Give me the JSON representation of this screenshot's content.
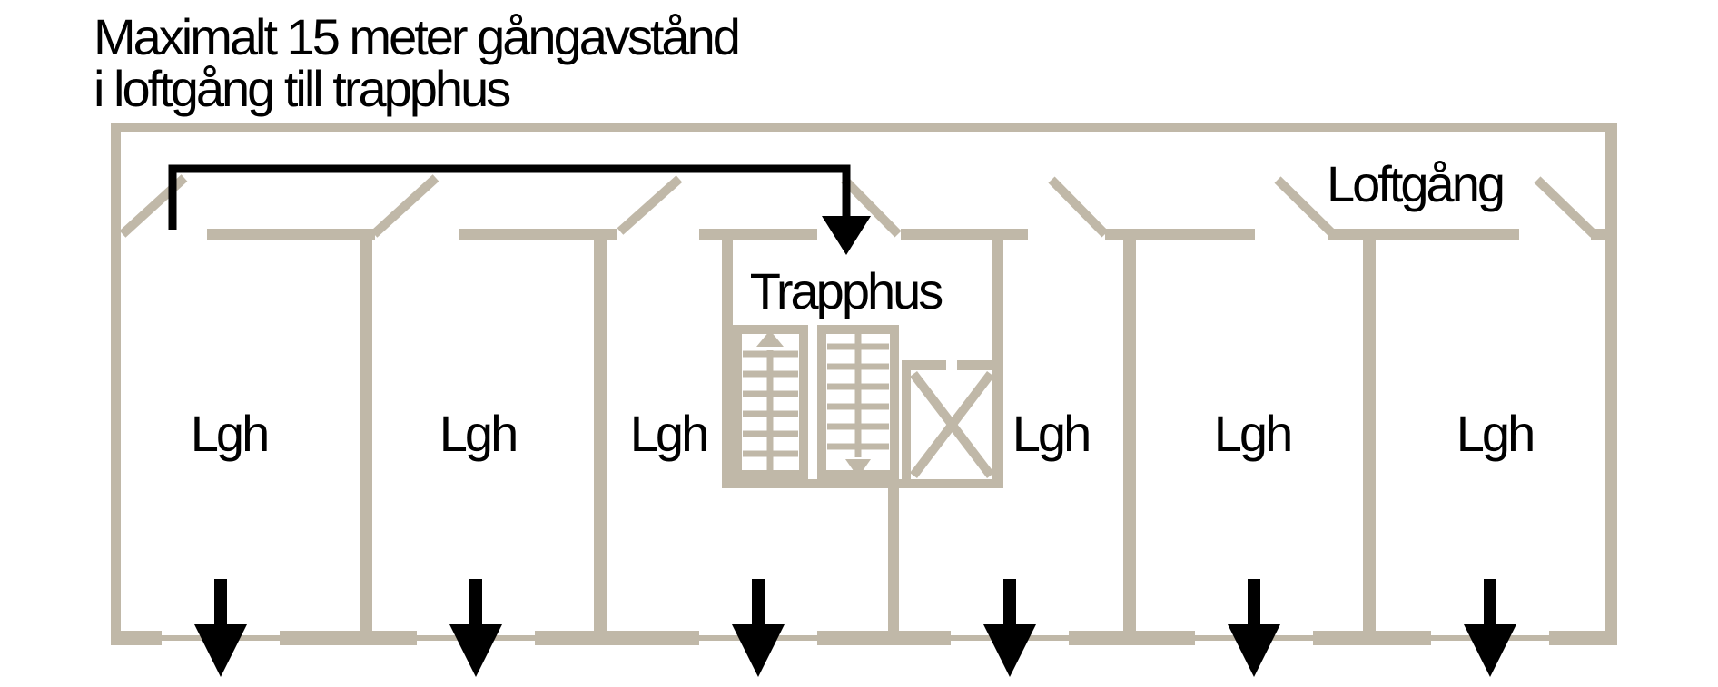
{
  "title": {
    "line1": "Maximalt 15 meter gångavstånd",
    "line2": "i loftgång till trapphus"
  },
  "plan": {
    "corridor_label": "Loftgång",
    "stairwell_label": "Trapphus",
    "apartments": [
      {
        "label": "Lgh"
      },
      {
        "label": "Lgh"
      },
      {
        "label": "Lgh"
      },
      {
        "label": "Lgh"
      },
      {
        "label": "Lgh"
      },
      {
        "label": "Lgh"
      }
    ],
    "max_distance_meters": 15
  },
  "icons": {
    "distance_path_arrow": "arrow-down",
    "exit_arrow": "arrow-down",
    "stair_up_arrow": "triangle-up",
    "stair_down_arrow": "triangle-down",
    "elevator_mark": "x-cross"
  },
  "colors": {
    "wall": "#c0b8a8",
    "path": "#000000",
    "text": "#000000",
    "background": "#ffffff"
  }
}
